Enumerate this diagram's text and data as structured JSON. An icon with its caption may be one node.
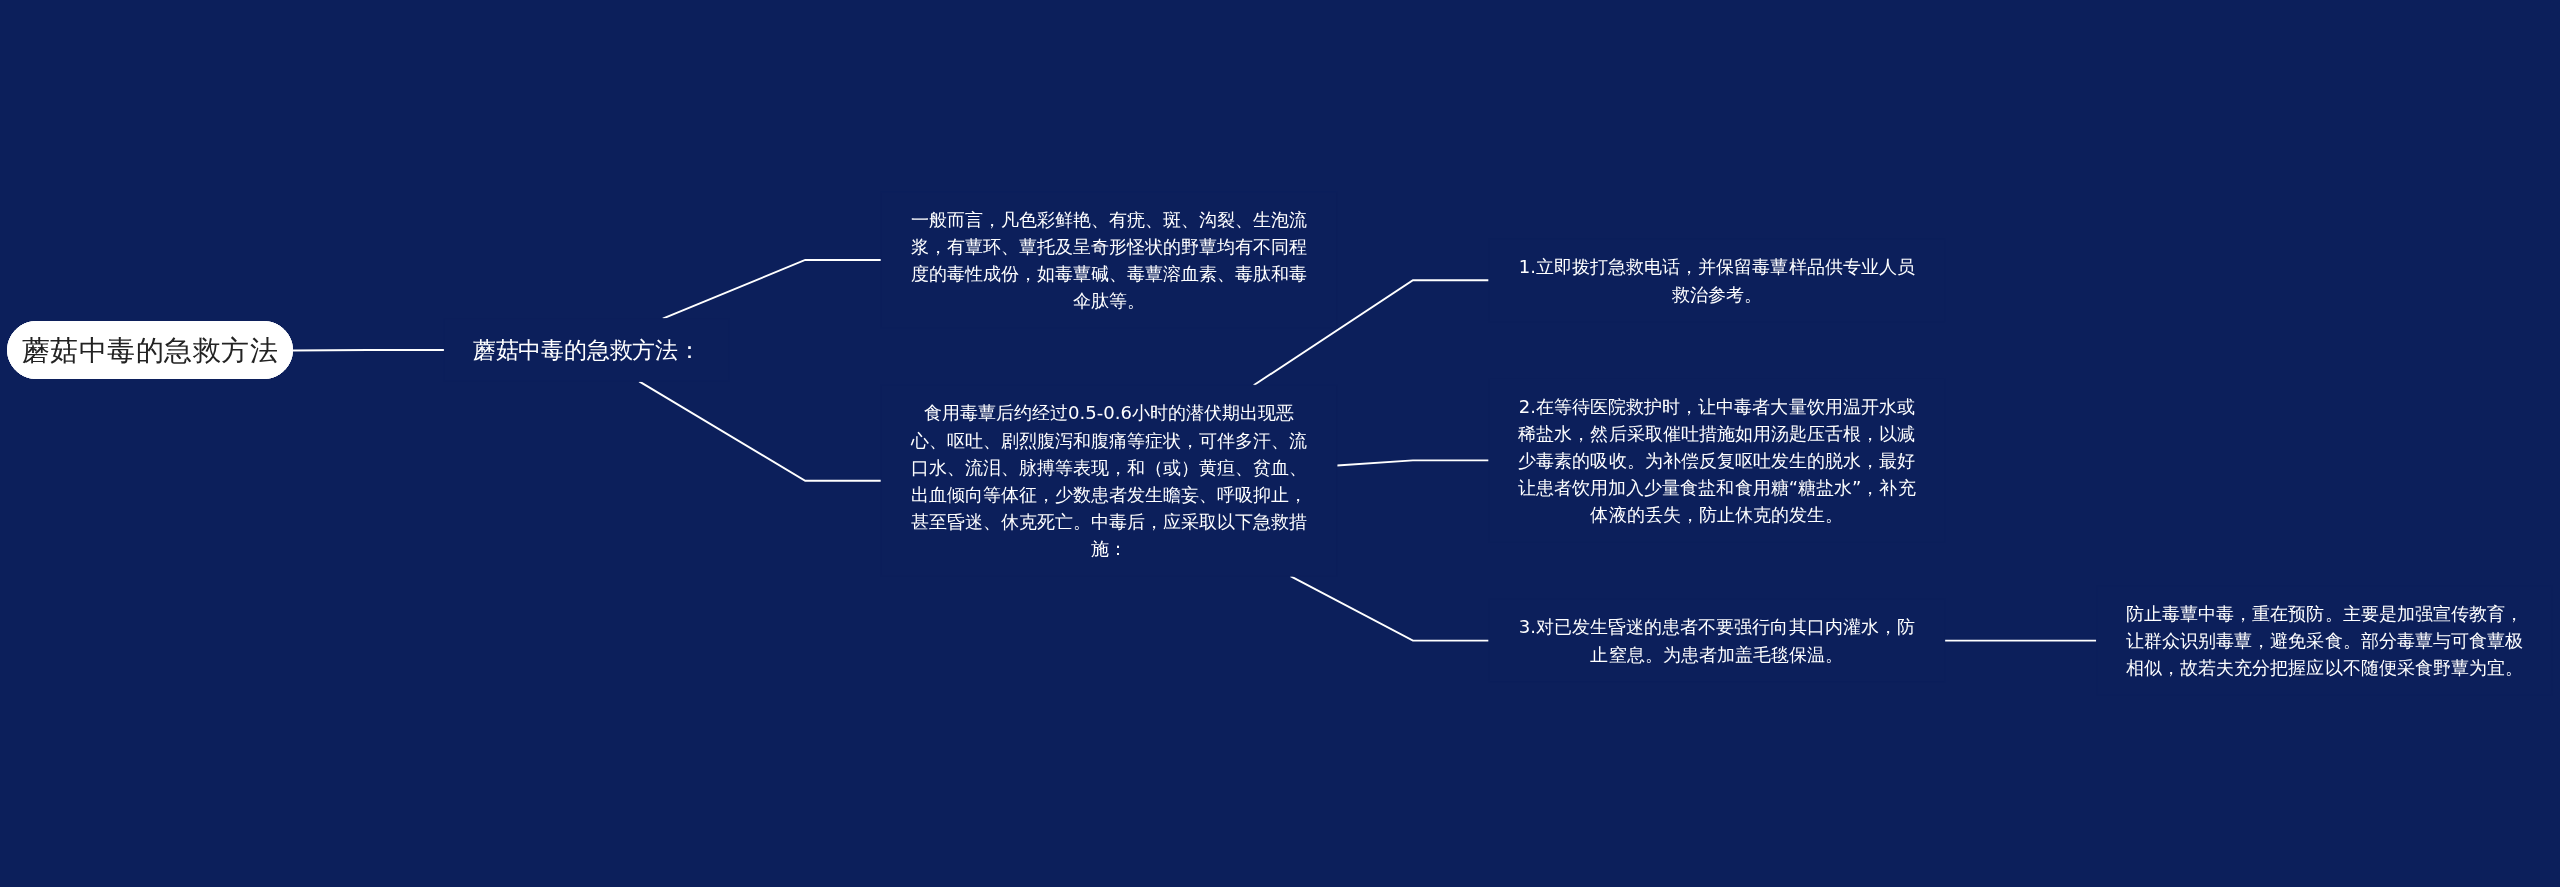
{
  "diagram": {
    "nodes": [
      {
        "text": [
          "蘑菇中毒的急救方法"
        ]
      },
      {
        "text": [
          "蘑菇中毒的急救方法："
        ]
      },
      {
        "text": [
          "一般而言，凡色彩鲜艳、有疣、斑、沟裂、生泡流浆，有蕈环、蕈托及呈奇形怪状的野蕈均有不同程度的毒性成份，如毒蕈碱、毒蕈溶血素、毒肽和毒伞肽等。"
        ]
      },
      {
        "text": [
          "食用毒蕈后约经过0.5-0.6小时的潜伏期出现恶心、呕吐、剧烈腹泻和腹痛等症状，可伴多汗、流口水、流泪、脉搏等表现，和（或）黄疸、贫血、出血倾向等体征，少数患者发生瞻妄、呼吸抑止，甚至昏迷、休克死亡。中毒后，应采取以下急救措施："
        ]
      },
      {
        "text": [
          "1.立即拨打急救电话，并保留毒蕈样品供专业人员救治参考。"
        ]
      },
      {
        "text": [
          "2.在等待医院救护时，让中毒者大量饮用温开水或稀盐水，然后采取催吐措施如用汤匙压舌根，以减少毒素的吸收。为补偿反复呕吐发生的脱水，最好让患者饮用加入少量食盐和食用糖“糖盐水”，补充体液的丢失，防止休克的发生。"
        ]
      },
      {
        "text": [
          "3.对已发生昏迷的患者不要强行向其口内灌水，防止窒息。为患者加盖毛毯保温。"
        ]
      },
      {
        "text": [
          "防止毒蕈中毒，重在预防。主要是加强宣传教育，让群众识别毒蕈，避免采食。部分毒蕈与可食蕈极相似，故若夫充分把握应以不随便采食野蕈为宜。"
        ]
      }
    ],
    "edges": [
      {
        "from": 0,
        "to": 1,
        "arrow": "none"
      },
      {
        "from": 1,
        "to": 2,
        "arrow": "none"
      },
      {
        "from": 1,
        "to": 3,
        "arrow": "none"
      },
      {
        "from": 3,
        "to": 4,
        "arrow": "none"
      },
      {
        "from": 3,
        "to": 5,
        "arrow": "none"
      },
      {
        "from": 3,
        "to": 6,
        "arrow": "none"
      },
      {
        "from": 6,
        "to": 7,
        "arrow": "none"
      }
    ]
  }
}
